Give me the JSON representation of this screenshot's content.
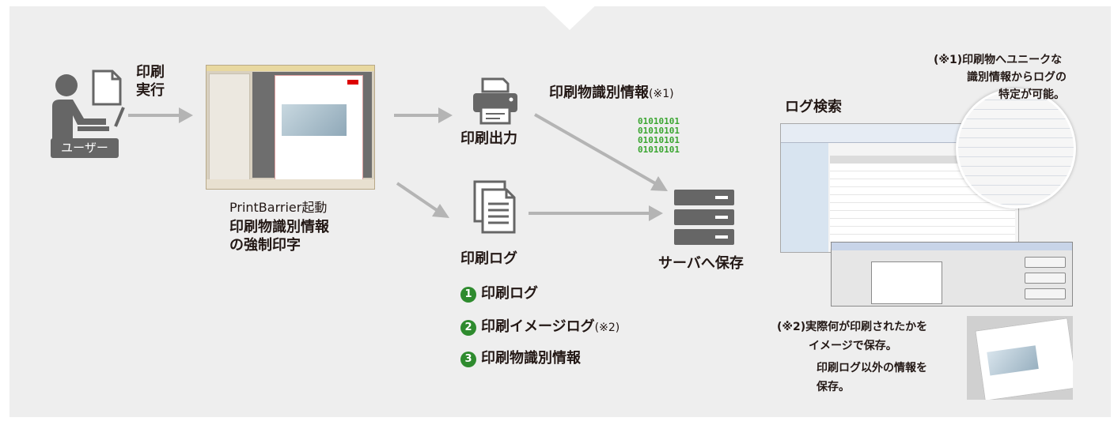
{
  "user": {
    "action_label": "印刷\n実行",
    "badge": "ユーザー"
  },
  "printbarrier": {
    "caption_line1": "PrintBarrier起動",
    "caption_line2": "印刷物識別情報",
    "caption_line3": "の強制印字"
  },
  "print_output": {
    "label": "印刷出力"
  },
  "print_log": {
    "label": "印刷ログ"
  },
  "identifier": {
    "label": "印刷物識別情報",
    "note": "(※1)",
    "binary": [
      "01010101",
      "01010101",
      "01010101",
      "01010101"
    ]
  },
  "server": {
    "label": "サーバへ保存"
  },
  "log_search": {
    "title": "ログ検索"
  },
  "note1": {
    "lines": [
      "(※1)印刷物へユニークな",
      "識別情報からログの",
      "特定が可能。"
    ]
  },
  "note2": {
    "lines": [
      "(※2)実際何が印刷されたかを",
      "イメージで保存。",
      "印刷ログ以外の情報を",
      "保存。"
    ]
  },
  "log_items": [
    {
      "num": "1",
      "label": "印刷ログ",
      "note": ""
    },
    {
      "num": "2",
      "label": "印刷イメージログ",
      "note": "(※2)"
    },
    {
      "num": "3",
      "label": "印刷物識別情報",
      "note": ""
    }
  ],
  "colors": {
    "panel": "#eeeeee",
    "icon_gray": "#666666",
    "arrow_gray": "#b4b4b4",
    "accent_green": "#2e8b2e",
    "binary_green": "#3aa530"
  }
}
